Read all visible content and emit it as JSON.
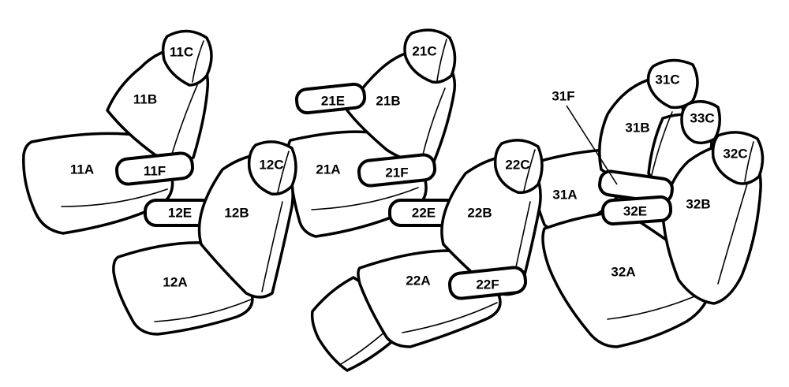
{
  "labels": {
    "s11a": "11A",
    "s11b": "11B",
    "s11c": "11C",
    "s11f": "11F",
    "s12a": "12A",
    "s12b": "12B",
    "s12c": "12C",
    "s12e": "12E",
    "s21a": "21A",
    "s21b": "21B",
    "s21c": "21C",
    "s21e": "21E",
    "s21f": "21F",
    "s22a": "22A",
    "s22b": "22B",
    "s22c": "22C",
    "s22e": "22E",
    "s22f": "22F",
    "s31a": "31A",
    "s31b": "31B",
    "s31c": "31C",
    "s31f": "31F",
    "s32a": "32A",
    "s32b": "32B",
    "s32c": "32C",
    "s32e": "32E",
    "s33c": "33C"
  }
}
